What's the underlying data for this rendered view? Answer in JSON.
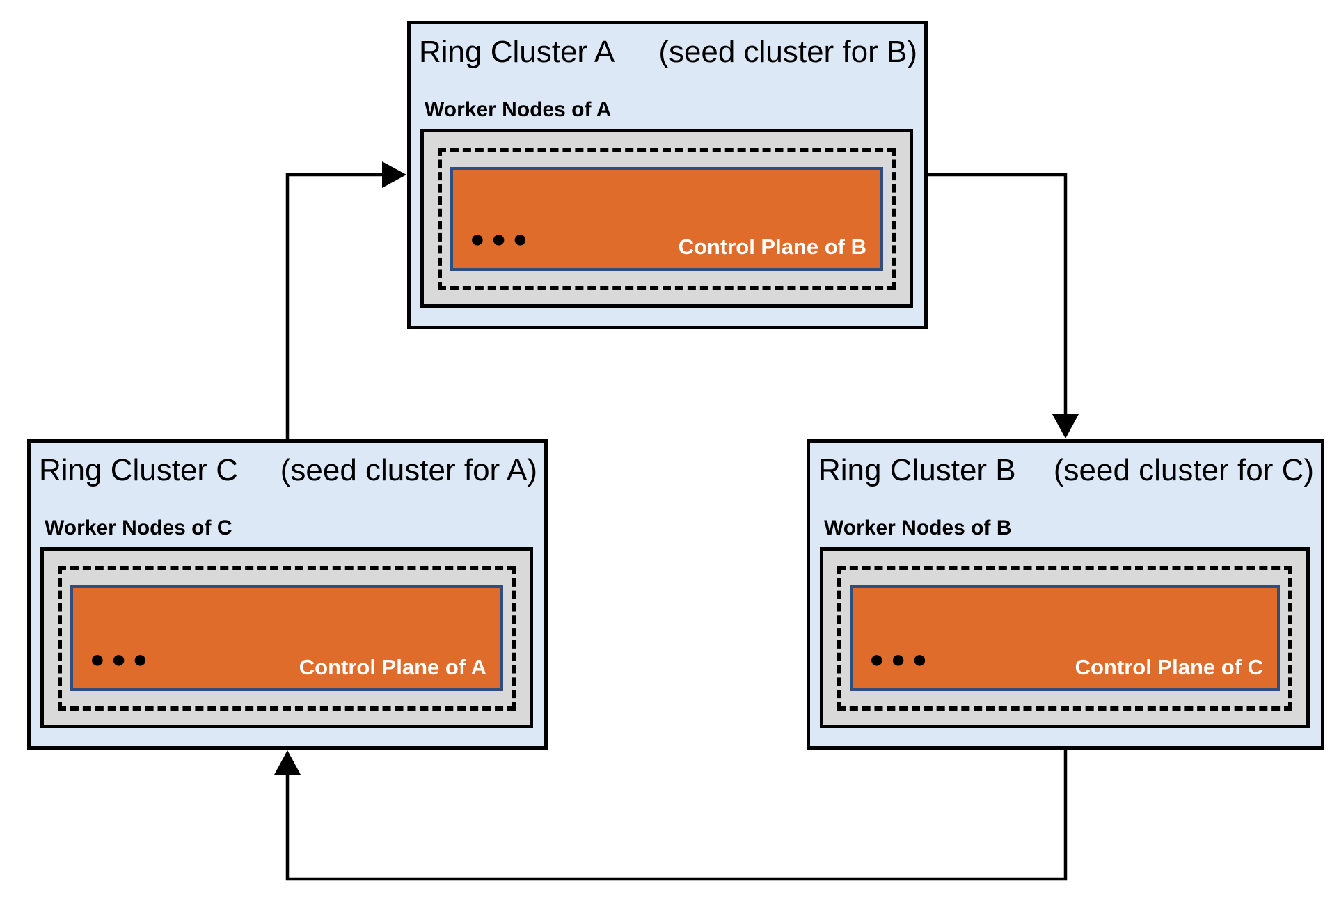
{
  "colors": {
    "cluster_fill": "#dce8f5",
    "cluster_border": "#000000",
    "worker_fill": "#d9d9d9",
    "control_fill": "#df6c2a",
    "control_border": "#2f4e7d",
    "connector": "#000000"
  },
  "clusters": [
    {
      "id": "A",
      "title": "Ring Cluster A",
      "seed_label": "(seed cluster for B)",
      "worker_label": "Worker Nodes of A",
      "dots": "●●●",
      "control_plane_label": "Control Plane of B"
    },
    {
      "id": "C",
      "title": "Ring Cluster C",
      "seed_label": "(seed cluster for A)",
      "worker_label": "Worker Nodes of C",
      "dots": "●●●",
      "control_plane_label": "Control Plane of A"
    },
    {
      "id": "B",
      "title": "Ring Cluster B",
      "seed_label": "(seed cluster for C)",
      "worker_label": "Worker Nodes of B",
      "dots": "●●●",
      "control_plane_label": "Control Plane of C"
    }
  ],
  "connectors": [
    {
      "from": "Ring Cluster C",
      "to": "Ring Cluster A"
    },
    {
      "from": "Ring Cluster A",
      "to": "Ring Cluster B"
    },
    {
      "from": "Ring Cluster B",
      "to": "Ring Cluster C"
    }
  ]
}
